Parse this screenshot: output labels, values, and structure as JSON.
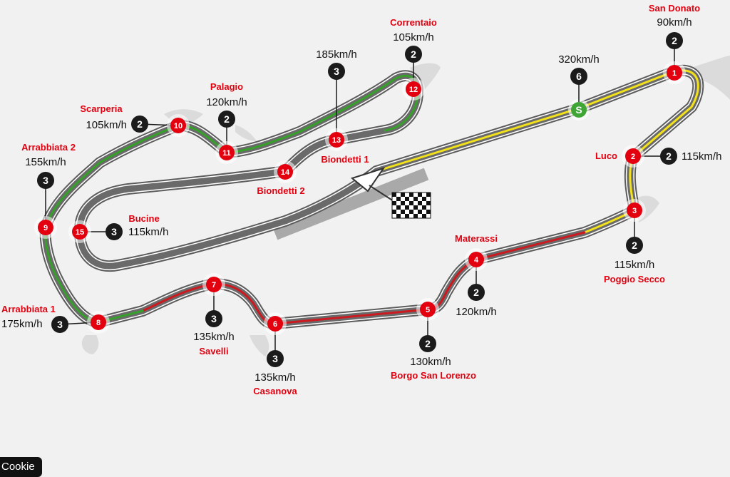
{
  "colors": {
    "sector_yellow": "#f3e21b",
    "sector_red": "#cc1a21",
    "sector_green": "#36a02b",
    "turn_marker": "#e3000f",
    "gear_badge": "#1b1b1b",
    "start_marker": "#3fa535"
  },
  "start": {
    "label": "S",
    "gear": "6",
    "speed": "320km/h"
  },
  "corners": [
    {
      "number": "1",
      "name": "San Donato",
      "speed": "90km/h",
      "gear": "2"
    },
    {
      "number": "2",
      "name": "Luco",
      "speed": "115km/h",
      "gear": "2"
    },
    {
      "number": "3",
      "name": "Poggio Secco",
      "speed": "115km/h",
      "gear": "2"
    },
    {
      "number": "4",
      "name": "Materassi",
      "speed": "120km/h",
      "gear": "2"
    },
    {
      "number": "5",
      "name": "Borgo San Lorenzo",
      "speed": "130km/h",
      "gear": "2"
    },
    {
      "number": "6",
      "name": "Casanova",
      "speed": "135km/h",
      "gear": "3"
    },
    {
      "number": "7",
      "name": "Savelli",
      "speed": "135km/h",
      "gear": "3"
    },
    {
      "number": "8",
      "name": "Arrabbiata 1",
      "speed": "175km/h",
      "gear": "3"
    },
    {
      "number": "9",
      "name": "Arrabbiata 2",
      "speed": "155km/h",
      "gear": "3"
    },
    {
      "number": "10",
      "name": "Scarperia",
      "speed": "105km/h",
      "gear": "2"
    },
    {
      "number": "11",
      "name": "Palagio",
      "speed": "120km/h",
      "gear": "2"
    },
    {
      "number": "12",
      "name": "Correntaio",
      "speed": "105km/h",
      "gear": "2"
    },
    {
      "number": "13",
      "name": "Biondetti 1",
      "speed": "185km/h",
      "gear": "3"
    },
    {
      "number": "14",
      "name": "Biondetti 2",
      "speed": "",
      "gear": ""
    },
    {
      "number": "15",
      "name": "Bucine",
      "speed": "115km/h",
      "gear": "3"
    }
  ],
  "cookie_button": "Cookie"
}
